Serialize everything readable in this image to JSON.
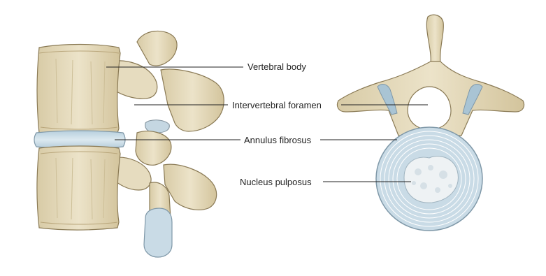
{
  "labels": {
    "vertebral_body": "Vertebral body",
    "intervertebral_foramen": "Intervertebral foramen",
    "annulus_fibrosus": "Annulus fibrosus",
    "nucleus_pulposus": "Nucleus pulposus"
  },
  "colors": {
    "bone_fill": "#e3d8bb",
    "bone_shadow": "#c9b98f",
    "bone_outline": "#8a7a55",
    "disc_fill": "#c9dbe6",
    "disc_ring": "#a9c4d4",
    "nucleus_fill": "#eef2f4",
    "leader_line": "#222222"
  }
}
